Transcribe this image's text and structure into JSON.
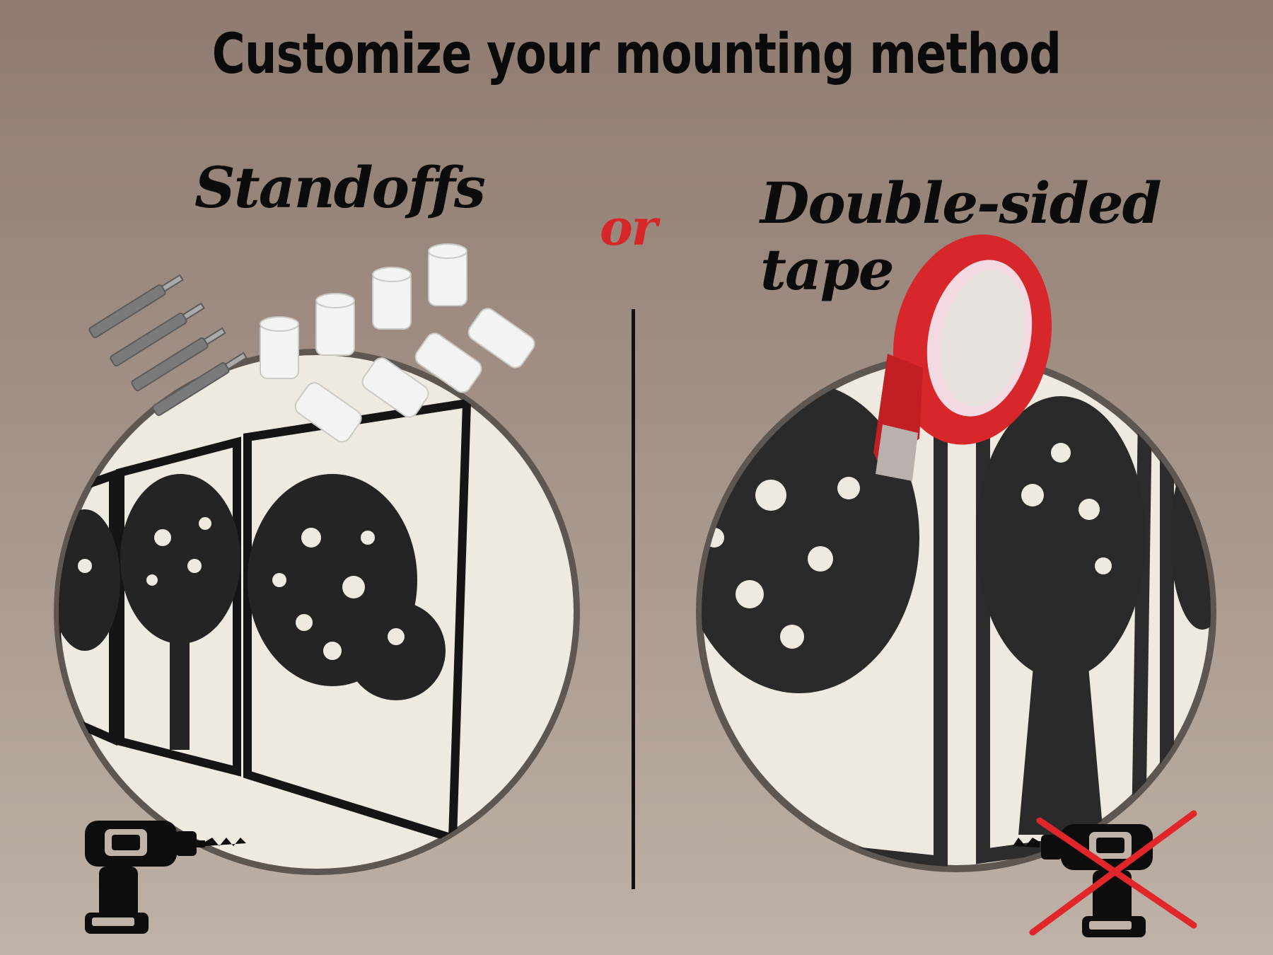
{
  "header": {
    "title": "Customize your mounting method"
  },
  "options": {
    "left": {
      "label": "Standoffs"
    },
    "separator": {
      "label": "or"
    },
    "right": {
      "label": "Double-sided tape"
    }
  },
  "icons": {
    "left_tool": "power-drill-icon",
    "right_tool": "power-drill-crossed-icon"
  },
  "colors": {
    "accent_red": "#d6262a",
    "circle_rim": "#5e5650",
    "wall": "#efeadf",
    "metal_art": "#2a2a2a"
  }
}
